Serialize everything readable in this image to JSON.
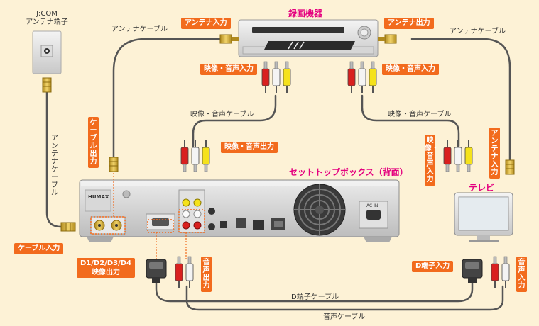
{
  "jcom": {
    "line1": "J:COM",
    "line2": "アンテナ端子"
  },
  "devices": {
    "recorder_title": "録画機器",
    "stb_title": "セットトップボックス（背面）",
    "tv_title": "テレビ",
    "stb_brand": "HUMAX",
    "stb_ac": "AC IN"
  },
  "tags": {
    "antenna_in_recorder": "アンテナ入力",
    "antenna_out_recorder": "アンテナ出力",
    "av_in_recorder": "映像・音声入力",
    "av_out_recorder": "映像・音声入力",
    "av_out_stb": "映像・音声出力",
    "cable_out": "ケーブル出力",
    "tv_av_in": "映像・音声入力",
    "tv_antenna_in": "アンテナ入力",
    "cable_in": "ケーブル入力",
    "d_out_line1": "D1/D2/D3/D4",
    "d_out_line2": "映像出力",
    "audio_out": "音声出力",
    "d_in": "D端子入力",
    "audio_in": "音声入力"
  },
  "cables": {
    "antenna_cable_top": "アンテナケーブル",
    "antenna_cable_right": "アンテナケーブル",
    "antenna_cable_left": "アンテナケーブル",
    "av_cable_left": "映像・音声ケーブル",
    "av_cable_right": "映像・音声ケーブル",
    "d_cable": "D端子ケーブル",
    "audio_cable": "音声ケーブル"
  },
  "colors": {
    "tag_bg": "#f26b1d",
    "title": "#e4007f",
    "background": "#fdf2d6",
    "cable": "#555555",
    "rca_red": "#d9201f",
    "rca_white": "#f4f4f4",
    "rca_yellow": "#f5e21b"
  }
}
